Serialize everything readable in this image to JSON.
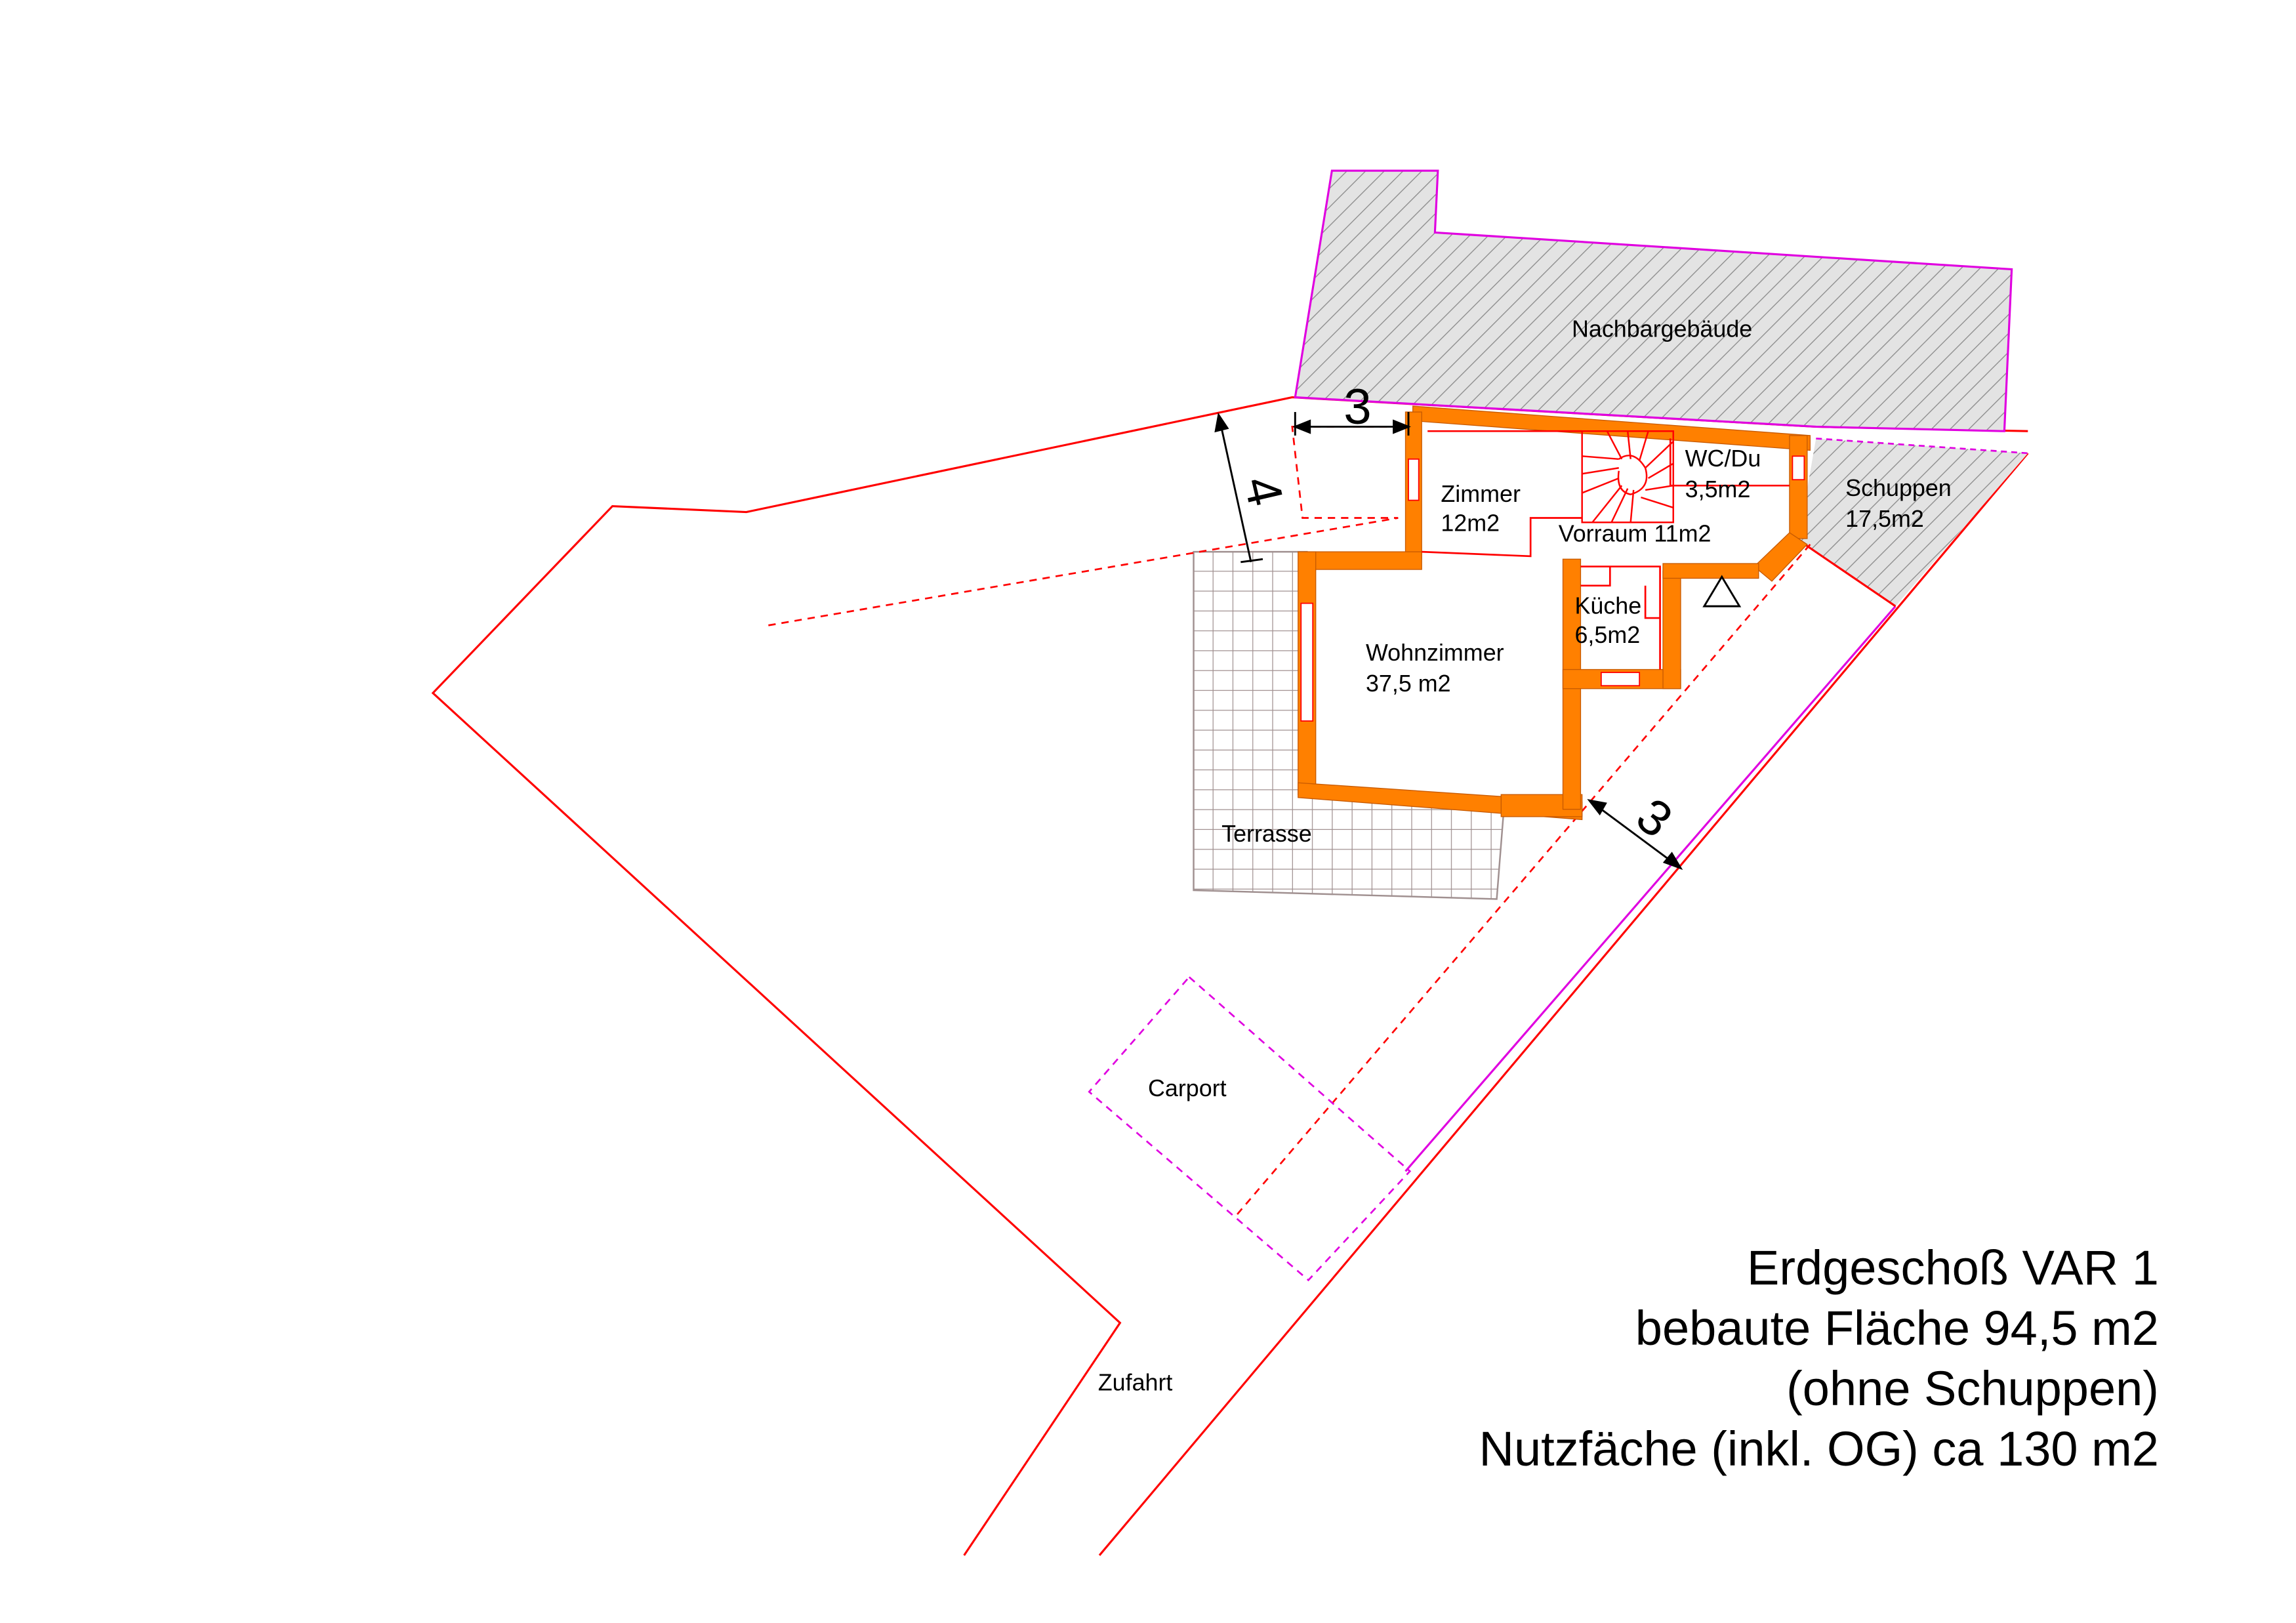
{
  "labels": {
    "neighbour": "Nachbargebäude",
    "zimmer": "Zimmer",
    "zimmer_area": "12m2",
    "wc": "WC/Du",
    "wc_area": "3,5m2",
    "vorraum": "Vorraum 11m2",
    "kueche": "Küche",
    "kueche_area": "6,5m2",
    "wohnzimmer": "Wohnzimmer",
    "wohnzimmer_area": "37,5 m2",
    "schuppen": "Schuppen",
    "schuppen_area": "17,5m2",
    "terrasse": "Terrasse",
    "carport": "Carport",
    "zufahrt": "Zufahrt"
  },
  "dimensions": {
    "top_width": "3",
    "left_depth": "4",
    "side_distance": "3"
  },
  "title_block": {
    "line1": "Erdgeschoß VAR 1",
    "line2": "bebaute Fläche 94,5 m2",
    "line3": "(ohne Schuppen)",
    "line4": "Nutzfäche (inkl. OG) ca 130 m2"
  },
  "colors": {
    "boundary": "#ff0000",
    "walls": "#ff8000",
    "neighbour_outline": "#e000e0",
    "hatch": "#8c8c8c",
    "terrace_grid": "#a09090"
  }
}
